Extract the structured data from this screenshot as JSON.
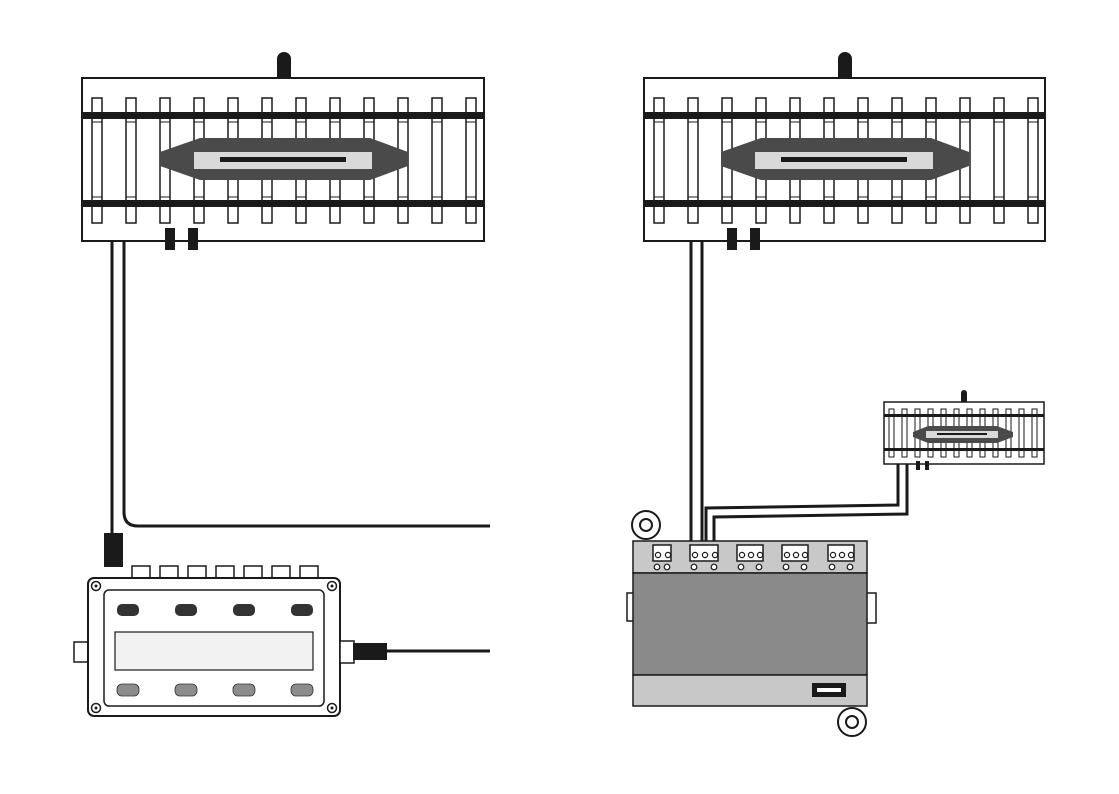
{
  "diagram": {
    "description_free": true,
    "colors": {
      "background": "#ffffff",
      "stroke": "#1a1a1a",
      "track_sleeper_fill": "#ffffff",
      "sensor_dark": "#4a4a4a",
      "sensor_light": "#d9d9d9",
      "module_body": "#8a8a8a",
      "module_light": "#c8c8c8",
      "box_light": "#f2f2f2",
      "led_dark": "#333333",
      "led_gray": "#8c8c8c"
    },
    "panels": [
      {
        "name": "left-setup",
        "track_icon": "track-section-with-uncoupler",
        "device_icon": "control-box-with-leds",
        "wires": [
          "track-to-box-wire",
          "track-to-right-wire",
          "box-output-wire"
        ]
      },
      {
        "name": "right-setup",
        "track_icon": "track-section-with-uncoupler",
        "small_track_icon": "small-track-section",
        "device_icon": "decoder-module",
        "wires": [
          "track-to-module-wire",
          "small-track-to-module-wire"
        ]
      }
    ]
  }
}
